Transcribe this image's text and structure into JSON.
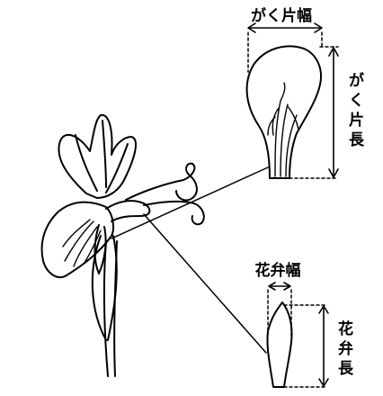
{
  "labels": {
    "sepal_width": "がく片幅",
    "sepal_length": [
      "が",
      "く",
      "片",
      "長"
    ],
    "petal_width": "花弁幅",
    "petal_length": [
      "花",
      "弁",
      "長"
    ]
  },
  "colors": {
    "line": "#000000",
    "background": "#ffffff"
  }
}
